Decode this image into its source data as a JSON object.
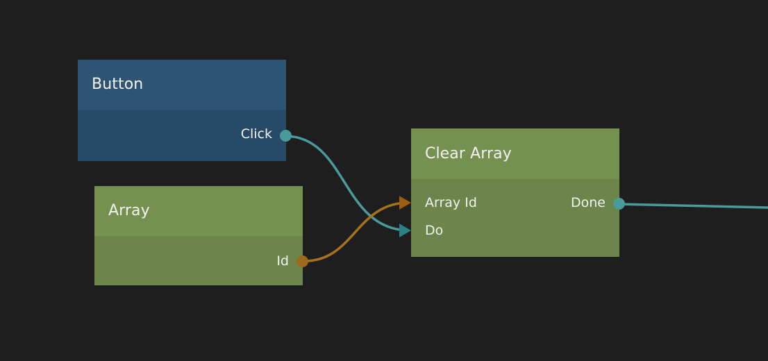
{
  "editor": {
    "name": "node-graph-editor",
    "background_color": "#1e1e1e"
  },
  "palette": {
    "background": "#1e1e1e",
    "event_node_header": "#2e5474",
    "event_node_body": "#264a68",
    "data_node_header": "#75914f",
    "data_node_body": "#6b854a",
    "exec_wire": "#4a9a9a",
    "data_wire": "#a7721d",
    "label_text": "#f2f2f2"
  },
  "nodes": [
    {
      "id": "button",
      "title": "Button",
      "kind": "event",
      "outputs": [
        {
          "label": "Click",
          "type": "exec",
          "connector": "dot",
          "color": "#4a9a9a"
        }
      ],
      "inputs": []
    },
    {
      "id": "array",
      "title": "Array",
      "kind": "data",
      "outputs": [
        {
          "label": "Id",
          "type": "data",
          "connector": "dot",
          "color": "#9c6a1c"
        }
      ],
      "inputs": []
    },
    {
      "id": "clear-array",
      "title": "Clear Array",
      "kind": "action",
      "inputs": [
        {
          "label": "Array Id",
          "type": "data",
          "connector": "arrow",
          "color": "#9c5c14"
        },
        {
          "label": "Do",
          "type": "exec",
          "connector": "arrow",
          "color": "#2d8085"
        }
      ],
      "outputs": [
        {
          "label": "Done",
          "type": "exec",
          "connector": "dot",
          "color": "#4a9a9a"
        }
      ]
    }
  ],
  "connections": [
    {
      "id": "click-to-do",
      "from": "button.Click",
      "to": "clear-array.Do",
      "color": "#4a9a9a"
    },
    {
      "id": "id-to-array-id",
      "from": "array.Id",
      "to": "clear-array.Array Id",
      "color": "#a7721d"
    },
    {
      "id": "done-out",
      "from": "clear-array.Done",
      "to": "offscreen-right",
      "color": "#4a9a9a"
    }
  ]
}
